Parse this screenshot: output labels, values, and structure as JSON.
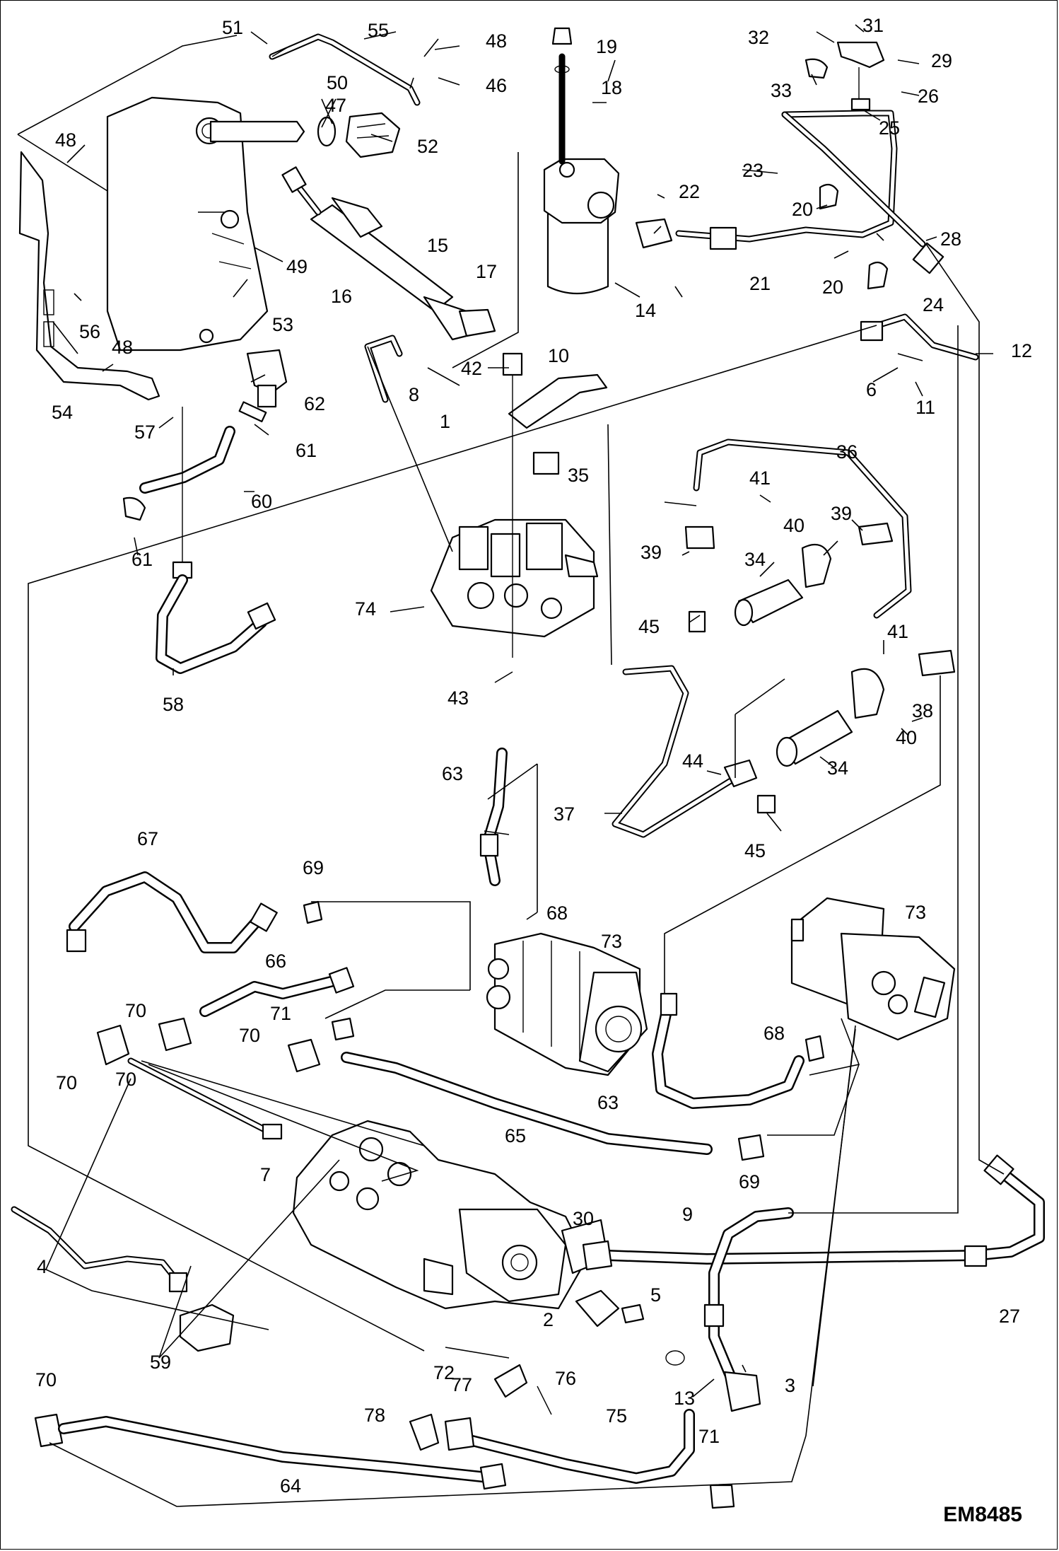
{
  "diagram": {
    "code": "EM8485",
    "callouts": [
      "1",
      "2",
      "3",
      "4",
      "5",
      "6",
      "7",
      "8",
      "9",
      "10",
      "11",
      "12",
      "13",
      "14",
      "15",
      "16",
      "17",
      "18",
      "19",
      "20",
      "20",
      "21",
      "22",
      "23",
      "24",
      "25",
      "26",
      "27",
      "28",
      "29",
      "30",
      "31",
      "32",
      "33",
      "34",
      "34",
      "35",
      "36",
      "37",
      "38",
      "39",
      "39",
      "40",
      "40",
      "41",
      "41",
      "42",
      "43",
      "44",
      "45",
      "45",
      "46",
      "47",
      "48",
      "48",
      "48",
      "49",
      "50",
      "51",
      "52",
      "53",
      "54",
      "55",
      "56",
      "57",
      "58",
      "59",
      "60",
      "61",
      "61",
      "62",
      "63",
      "63",
      "64",
      "65",
      "66",
      "67",
      "68",
      "68",
      "69",
      "69",
      "70",
      "70",
      "70",
      "70",
      "70",
      "71",
      "71",
      "72",
      "73",
      "73",
      "74",
      "75",
      "76",
      "77",
      "78"
    ]
  }
}
